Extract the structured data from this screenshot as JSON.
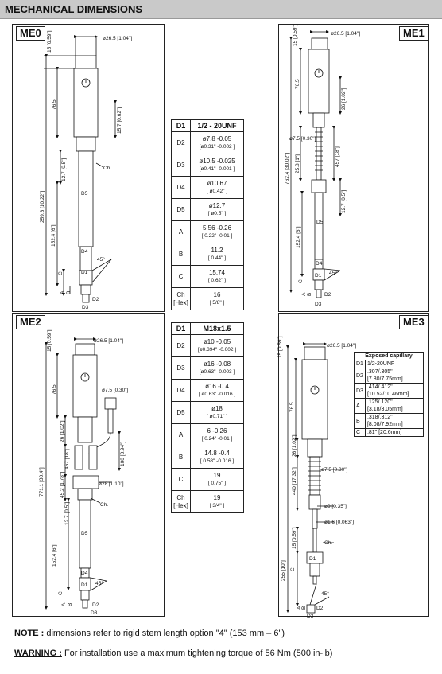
{
  "header": "MECHANICAL DIMENSIONS",
  "labels": {
    "me0": "ME0",
    "me1": "ME1",
    "me2": "ME2",
    "me3": "ME3"
  },
  "me0_dims": {
    "d_top": "ø26.5 [1.04\"]",
    "h15": "15 [0.59\"]",
    "h765": "76.5",
    "h157": "15.7 [0.62\"]",
    "h127": "12.7 [0.5\"]",
    "h2596": "259.6 [10.22\"]",
    "h1524": "152.4 [6\"]",
    "ch": "Ch.",
    "d5": "D5",
    "d4": "D4",
    "d1": "D1",
    "d2": "D2",
    "d3": "D3",
    "a": "A",
    "b": "B",
    "c": "C",
    "ang": "45°"
  },
  "me1_dims": {
    "d_top": "ø26.5 [1.04\"]",
    "h15": "15 [0.59\"]",
    "h765": "76.5",
    "h26": "26 [1.02\"]",
    "d75": "ø7.5 [0.30\"]",
    "h254": "25.8 [1\"]",
    "h457": "457 [18\"]",
    "h7624": "762.4 [30.02\"]",
    "h127": "12.7 [0.5\"]",
    "h1524": "152.4 [6\"]",
    "d5": "D5",
    "d4": "D4",
    "d1": "D1",
    "d2": "D2",
    "d3": "D3",
    "a": "A",
    "b": "B",
    "c": "C",
    "ang": "45°"
  },
  "me2_dims": {
    "d_top": "ø26.5 [1.04\"]",
    "h15": "15 [0.59\"]",
    "h765": "76.5",
    "h26": "26 [1.02\"]",
    "d75": "ø7.5 [0.30\"]",
    "h457": "457 [18\"]",
    "h100": "100 [3.94\"]",
    "h771": "771.1 [30.4\"]",
    "h452": "45.2 [1.78\"]",
    "d28": "ø28 [1.10\"]",
    "h127": "12.7 [0.5\"]",
    "h1524": "152.4 [6\"]",
    "ch": "Ch.",
    "d5": "D5",
    "d4": "D4",
    "d1": "D1",
    "d2": "D2",
    "d3": "D3",
    "a": "A",
    "b": "B",
    "c": "C",
    "ang": "45°"
  },
  "me3_dims": {
    "d_top": "ø26.5 [1.04\"]",
    "h15": "15 [0.59\"]",
    "h765": "76.5",
    "h26": "26 [1.02\"]",
    "d75": "ø7.5 [0.30\"]",
    "h440": "440 [17.32\"]",
    "d9": "ø9 [0.35\"]",
    "d16": "ø1.6 [0.063\"]",
    "h15b": "15 [0.59\"]",
    "h255": "255 [10\"]",
    "ch": "Ch.",
    "d1": "D1",
    "d2": "D2",
    "d3": "D3",
    "a": "A",
    "b": "B",
    "c": "C",
    "ang": "45°"
  },
  "table1": {
    "head": [
      "D1",
      "1/2 - 20UNF"
    ],
    "rows": [
      [
        "D2",
        "ø7.8 -0.05",
        "[ø0.31\" -0.002 ]"
      ],
      [
        "D3",
        "ø10.5 -0.025",
        "[ø0.41\" -0.001 ]"
      ],
      [
        "D4",
        "ø10.67",
        "[ ø0.42\" ]"
      ],
      [
        "D5",
        "ø12.7",
        "[ ø0.5\" ]"
      ],
      [
        "A",
        "5.56 -0.26",
        "[ 0.22\" -0.01 ]"
      ],
      [
        "B",
        "11.2",
        "[ 0.44\" ]"
      ],
      [
        "C",
        "15.74",
        "[ 0.62\" ]"
      ],
      [
        "Ch [Hex]",
        "16",
        "[ 5/8\" ]"
      ]
    ]
  },
  "table2": {
    "head": [
      "D1",
      "M18x1.5"
    ],
    "rows": [
      [
        "D2",
        "ø10 -0.05",
        "[ø0.394\" -0.002 ]"
      ],
      [
        "D3",
        "ø16 -0.08",
        "[ø0.63\" -0.003 ]"
      ],
      [
        "D4",
        "ø16 -0.4",
        "[ ø0.63\" -0.016 ]"
      ],
      [
        "D5",
        "ø18",
        "[ ø0.71\" ]"
      ],
      [
        "A",
        "6 -0.26",
        "[ 0.24\" -0.01 ]"
      ],
      [
        "B",
        "14.8 -0.4",
        "[ 0.58\" -0.016 ]"
      ],
      [
        "C",
        "19",
        "[ 0.75\" ]"
      ],
      [
        "Ch [Hex]",
        "19",
        "[ 3/4\" ]"
      ]
    ]
  },
  "table3": {
    "title": "Exposed capillary",
    "rows": [
      [
        "D1",
        "1/2-20UNF"
      ],
      [
        "D2",
        ".307/.305\" [7.80/7.75mm]"
      ],
      [
        "D3",
        ".414/.412\" [10.52/10.46mm]"
      ],
      [
        "A",
        ".125/.120\" [3.18/3.05mm]"
      ],
      [
        "B",
        ".318/.312\" [8.08/7.92mm]"
      ],
      [
        "C",
        ".81\" [20.6mm]"
      ]
    ]
  },
  "note": {
    "label": "NOTE :",
    "text": " dimensions refer to rigid stem length option \"4\" (153 mm – 6\")"
  },
  "warning": {
    "label": "WARNING :",
    "text": " For installation use a maximum tightening torque of 56 Nm (500 in-lb)"
  }
}
